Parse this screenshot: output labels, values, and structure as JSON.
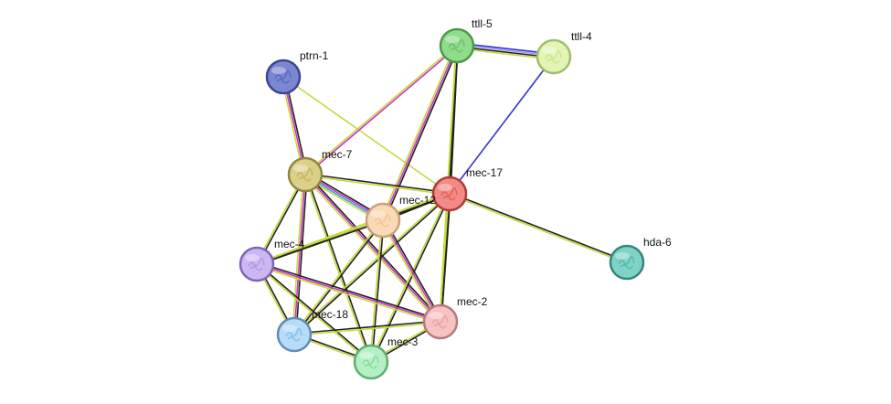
{
  "network": {
    "nodes": [
      {
        "id": "ptrn-1",
        "label": "ptrn-1",
        "fill": "#7b86d1",
        "stroke": "#3d4593",
        "inner": "#5866c4"
      },
      {
        "id": "ttll-5",
        "label": "ttll-5",
        "fill": "#8fdc8c",
        "stroke": "#4a9a46",
        "inner": "#6fbf6b"
      },
      {
        "id": "ttll-4",
        "label": "ttll-4",
        "fill": "#e2f5b5",
        "stroke": "#9fbf6a",
        "inner": "#c8e68a"
      },
      {
        "id": "mec-7",
        "label": "mec-7",
        "fill": "#dcd088",
        "stroke": "#8f8640",
        "inner": "#c6b45c"
      },
      {
        "id": "mec-17",
        "label": "mec-17",
        "fill": "#f28a86",
        "stroke": "#b23b37",
        "inner": "#e0605a"
      },
      {
        "id": "mec-12",
        "label": "mec-12",
        "fill": "#fbd8b6",
        "stroke": "#c9a07a",
        "inner": "#f1c396"
      },
      {
        "id": "mec-4",
        "label": "mec-4",
        "fill": "#cdb7f2",
        "stroke": "#7f66b3",
        "inner": "#b097e6"
      },
      {
        "id": "hda-6",
        "label": "hda-6",
        "fill": "#7fd3c6",
        "stroke": "#35877b",
        "inner": "#54b8a8"
      },
      {
        "id": "mec-2",
        "label": "mec-2",
        "fill": "#f6c2c2",
        "stroke": "#b57a7a",
        "inner": "#eaa0a0"
      },
      {
        "id": "mec-18",
        "label": "mec-18",
        "fill": "#b6dcf6",
        "stroke": "#5f8db3",
        "inner": "#88bde6"
      },
      {
        "id": "mec-3",
        "label": "mec-3",
        "fill": "#b4f0c4",
        "stroke": "#5fae74",
        "inner": "#86d99c"
      }
    ],
    "edges": [
      {
        "from": "ptrn-1",
        "to": "mec-7",
        "colors": [
          "#222222",
          "#cc33cc",
          "#c6d93a"
        ]
      },
      {
        "from": "ptrn-1",
        "to": "mec-17",
        "colors": [
          "#c6d93a"
        ]
      },
      {
        "from": "ttll-5",
        "to": "ttll-4",
        "colors": [
          "#3333cc",
          "#9999ee",
          "#222222",
          "#c6d93a"
        ]
      },
      {
        "from": "ttll-5",
        "to": "mec-7",
        "colors": [
          "#cc33cc",
          "#c6d93a"
        ]
      },
      {
        "from": "ttll-5",
        "to": "mec-17",
        "colors": [
          "#222222",
          "#c6d93a"
        ]
      },
      {
        "from": "ttll-5",
        "to": "mec-12",
        "colors": [
          "#222222",
          "#cc33cc",
          "#c6d93a"
        ]
      },
      {
        "from": "ttll-5",
        "to": "mec-2",
        "colors": [
          "#222222",
          "#c6d93a"
        ]
      },
      {
        "from": "ttll-4",
        "to": "mec-17",
        "colors": [
          "#3333cc"
        ]
      },
      {
        "from": "mec-7",
        "to": "mec-17",
        "colors": [
          "#222222",
          "#c6d93a"
        ]
      },
      {
        "from": "mec-7",
        "to": "mec-12",
        "colors": [
          "#222222",
          "#cc33cc",
          "#33aadd",
          "#c6d93a"
        ]
      },
      {
        "from": "mec-7",
        "to": "mec-4",
        "colors": [
          "#222222",
          "#c6d93a"
        ]
      },
      {
        "from": "mec-7",
        "to": "mec-2",
        "colors": [
          "#222222",
          "#cc33cc",
          "#c6d93a"
        ]
      },
      {
        "from": "mec-7",
        "to": "mec-18",
        "colors": [
          "#222222",
          "#cc33cc",
          "#c6d93a"
        ]
      },
      {
        "from": "mec-7",
        "to": "mec-3",
        "colors": [
          "#222222",
          "#c6d93a"
        ]
      },
      {
        "from": "mec-17",
        "to": "mec-12",
        "colors": [
          "#222222",
          "#c6d93a"
        ]
      },
      {
        "from": "mec-17",
        "to": "hda-6",
        "colors": [
          "#222222",
          "#c6d93a"
        ]
      },
      {
        "from": "mec-17",
        "to": "mec-4",
        "colors": [
          "#222222",
          "#c6d93a"
        ]
      },
      {
        "from": "mec-17",
        "to": "mec-2",
        "colors": [
          "#222222",
          "#c6d93a"
        ]
      },
      {
        "from": "mec-17",
        "to": "mec-18",
        "colors": [
          "#222222",
          "#c6d93a"
        ]
      },
      {
        "from": "mec-17",
        "to": "mec-3",
        "colors": [
          "#222222",
          "#c6d93a"
        ]
      },
      {
        "from": "mec-12",
        "to": "mec-4",
        "colors": [
          "#222222",
          "#c6d93a"
        ]
      },
      {
        "from": "mec-12",
        "to": "mec-2",
        "colors": [
          "#222222",
          "#cc33cc",
          "#c6d93a"
        ]
      },
      {
        "from": "mec-12",
        "to": "mec-18",
        "colors": [
          "#222222",
          "#c6d93a"
        ]
      },
      {
        "from": "mec-12",
        "to": "mec-3",
        "colors": [
          "#222222",
          "#c6d93a"
        ]
      },
      {
        "from": "mec-4",
        "to": "mec-2",
        "colors": [
          "#222222",
          "#cc33cc",
          "#c6d93a"
        ]
      },
      {
        "from": "mec-4",
        "to": "mec-18",
        "colors": [
          "#222222",
          "#c6d93a"
        ]
      },
      {
        "from": "mec-4",
        "to": "mec-3",
        "colors": [
          "#222222",
          "#c6d93a"
        ]
      },
      {
        "from": "mec-18",
        "to": "mec-3",
        "colors": [
          "#222222",
          "#c6d93a"
        ]
      },
      {
        "from": "mec-18",
        "to": "mec-2",
        "colors": [
          "#222222",
          "#c6d93a"
        ]
      },
      {
        "from": "mec-2",
        "to": "mec-3",
        "colors": [
          "#222222",
          "#c6d93a"
        ]
      }
    ]
  }
}
